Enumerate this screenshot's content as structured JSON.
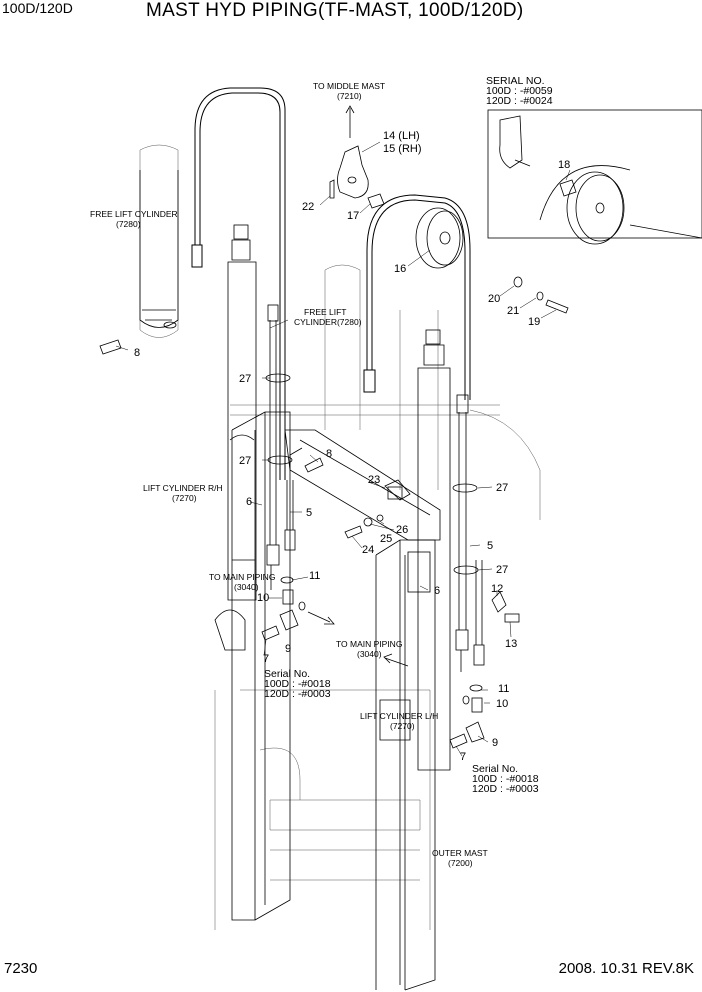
{
  "header": {
    "model": "100D/120D",
    "title": "MAST HYD PIPING(TF-MAST, 100D/120D)"
  },
  "footer": {
    "page_number": "7230",
    "revision": "2008. 10.31  REV.8K"
  },
  "notes": {
    "to_middle_mast": "TO MIDDLE MAST",
    "to_middle_mast_ref": "(7210)",
    "free_lift_cyl_left": "FREE  LIFT CYLINDER",
    "free_lift_cyl_left_ref": "(7280)",
    "free_lift_cyl_mid": "FREE LIFT",
    "free_lift_cyl_mid2": "CYLINDER(7280)",
    "lift_cyl_rh": "LIFT CYLINDER R/H",
    "lift_cyl_rh_ref": "(7270)",
    "lift_cyl_lh": "LIFT CYLINDER L/H",
    "lift_cyl_lh_ref": "(7270)",
    "to_main_piping_left": "TO MAIN PIPING",
    "to_main_piping_left_ref": "(3040)",
    "to_main_piping_right": "TO MAIN PIPING",
    "to_main_piping_right_ref": "(3040)",
    "outer_mast": "OUTER MAST",
    "outer_mast_ref": "(7200)"
  },
  "serial_box": {
    "heading": "SERIAL NO.",
    "line1": "100D : -#0059",
    "line2": "120D : -#0024"
  },
  "serial_left": {
    "heading": "Serial No.",
    "line1": "100D : -#0018",
    "line2": "120D : -#0003"
  },
  "serial_right": {
    "heading": "Serial No.",
    "line1": "100D : -#0018",
    "line2": "120D : -#0003"
  },
  "callouts": {
    "c14": "14 (LH)",
    "c15": "15 (RH)",
    "c22": "22",
    "c17": "17",
    "c18": "18",
    "c16": "16",
    "c20": "20",
    "c21": "21",
    "c19": "19",
    "c8a": "8",
    "c8b": "8",
    "c27a": "27",
    "c27b": "27",
    "c27c": "27",
    "c27d": "27",
    "c6a": "6",
    "c6b": "6",
    "c5a": "5",
    "c5b": "5",
    "c23": "23",
    "c26": "26",
    "c25": "25",
    "c24": "24",
    "c11a": "11",
    "c11b": "11",
    "c10a": "10",
    "c10b": "10",
    "c9a": "9",
    "c9b": "9",
    "c7a": "7",
    "c7b": "7",
    "c12": "12",
    "c13": "13"
  }
}
